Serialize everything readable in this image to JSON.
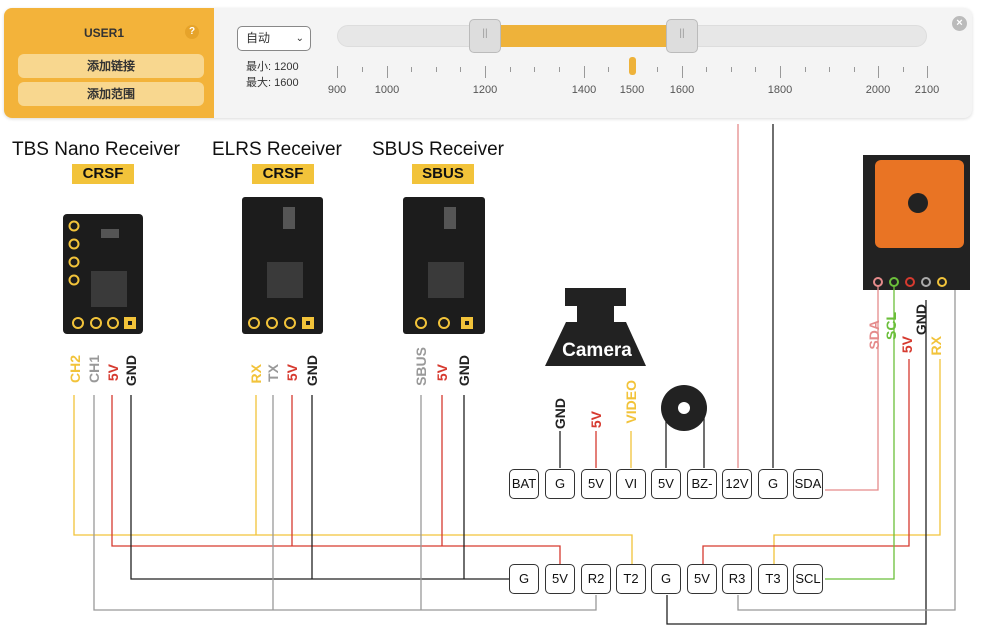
{
  "panel": {
    "user_title": "USER1",
    "help_glyph": "?",
    "add_link_label": "添加链接",
    "add_range_label": "添加范围",
    "mode_select": "自动",
    "min_label": "最小: 1200",
    "max_label": "最大: 1600",
    "range_min": 1200,
    "range_max": 1600,
    "current_value": 1500,
    "ticks": [
      "900",
      "1000",
      "1200",
      "1400",
      "1500",
      "1600",
      "1800",
      "2000",
      "2100"
    ],
    "close_glyph": "×",
    "accent": "#eeb23a"
  },
  "receivers": [
    {
      "name": "TBS Nano Receiver",
      "protocol": "CRSF",
      "pins": [
        "CH2",
        "CH1",
        "5V",
        "GND"
      ]
    },
    {
      "name": "ELRS Receiver",
      "protocol": "CRSF",
      "pins": [
        "RX",
        "TX",
        "5V",
        "GND"
      ]
    },
    {
      "name": "SBUS Receiver",
      "protocol": "SBUS",
      "pins": [
        "SBUS",
        "5V",
        "GND"
      ]
    }
  ],
  "camera": {
    "label": "Camera",
    "pins": [
      "GND",
      "5V",
      "VIDEO"
    ]
  },
  "gps": {
    "pins": [
      "SDA",
      "SCL",
      "5V",
      "GND",
      "RX"
    ]
  },
  "top_pins": [
    "BAT",
    "G",
    "5V",
    "VI",
    "5V",
    "BZ-",
    "12V",
    "G",
    "SDA"
  ],
  "bottom_pins": [
    "G",
    "5V",
    "R2",
    "T2",
    "G",
    "5V",
    "R3",
    "T3",
    "SCL"
  ],
  "wire_colors": {
    "yellow": "#f2c33a",
    "red": "#d63a2f",
    "black": "#222222",
    "gray": "#999999",
    "green": "#6bbf3a",
    "pink": "#e58b8b"
  }
}
